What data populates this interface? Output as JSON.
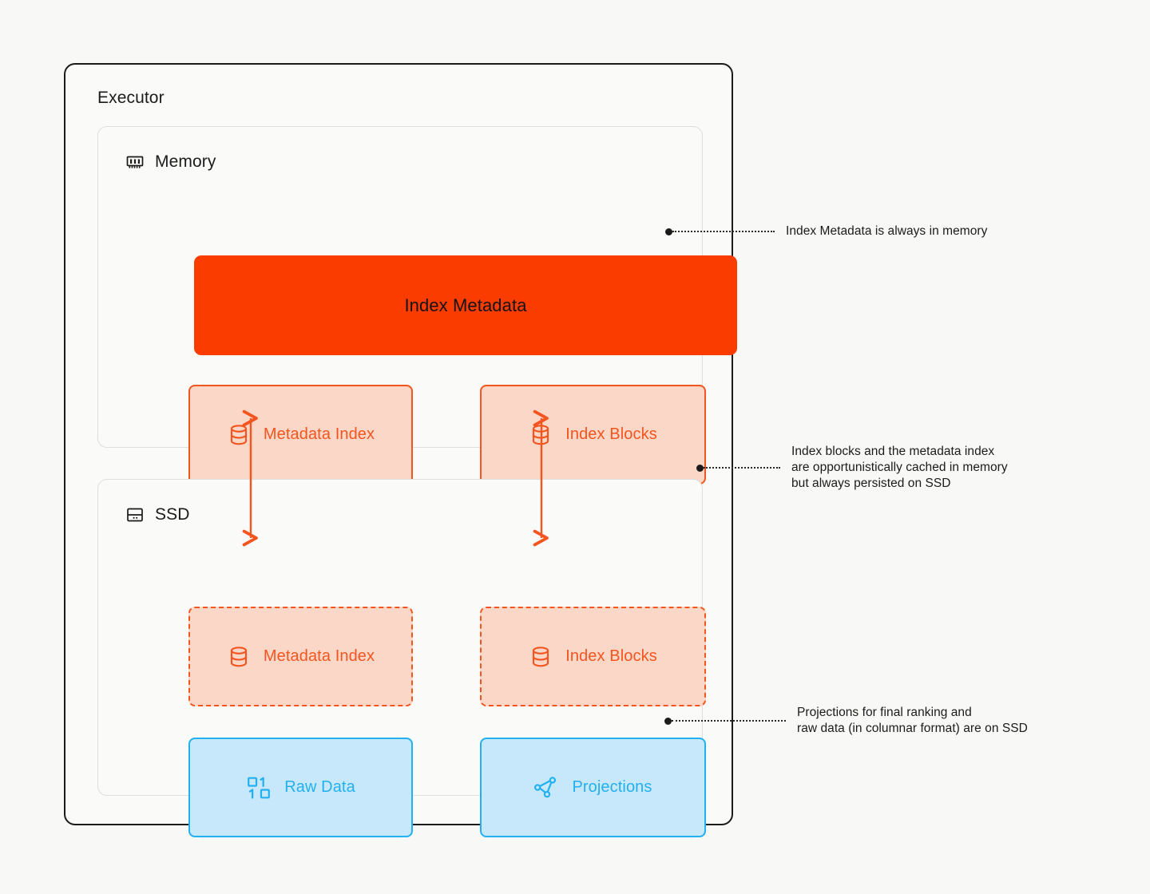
{
  "diagram": {
    "title": "Executor",
    "background_color": "#F8F8F7",
    "accent_orange": "#F4551F",
    "accent_orange_bright": "#FA3C00",
    "accent_blue": "#22B0F0"
  },
  "tiers": [
    {
      "id": "memory",
      "label": "Memory",
      "icon": "ram-module-icon",
      "blocks": [
        {
          "id": "index-metadata",
          "label": "Index Metadata",
          "style": "hero-orange",
          "icon": null
        },
        {
          "id": "metadata-index-memory",
          "label": "Metadata Index",
          "style": "orange-solid",
          "icon": "database-icon"
        },
        {
          "id": "index-blocks-memory",
          "label": "Index Blocks",
          "style": "orange-solid",
          "icon": "database-icon"
        }
      ]
    },
    {
      "id": "ssd",
      "label": "SSD",
      "icon": "ssd-drive-icon",
      "blocks": [
        {
          "id": "metadata-index-ssd",
          "label": "Metadata Index",
          "style": "orange-dashed",
          "icon": "database-icon"
        },
        {
          "id": "index-blocks-ssd",
          "label": "Index Blocks",
          "style": "orange-dashed",
          "icon": "database-icon"
        },
        {
          "id": "raw-data",
          "label": "Raw Data",
          "style": "blue-solid",
          "icon": "binary-data-icon"
        },
        {
          "id": "projections",
          "label": "Projections",
          "style": "blue-solid",
          "icon": "graph-nodes-icon"
        }
      ]
    }
  ],
  "annotations": [
    {
      "id": "index-metadata-note",
      "text": "Index Metadata is always in memory"
    },
    {
      "id": "cache-persist-note",
      "text": "Index blocks and the metadata index\nare opportunistically cached in memory\nbut always persisted on SSD"
    },
    {
      "id": "projections-note",
      "text": "Projections for final ranking and\nraw data (in columnar format) are on SSD"
    }
  ],
  "arrows": [
    {
      "id": "metadata-index-sync-arrow",
      "direction": "bidirectional",
      "color": "#F4551F"
    },
    {
      "id": "index-blocks-sync-arrow",
      "direction": "bidirectional",
      "color": "#F4551F"
    }
  ]
}
